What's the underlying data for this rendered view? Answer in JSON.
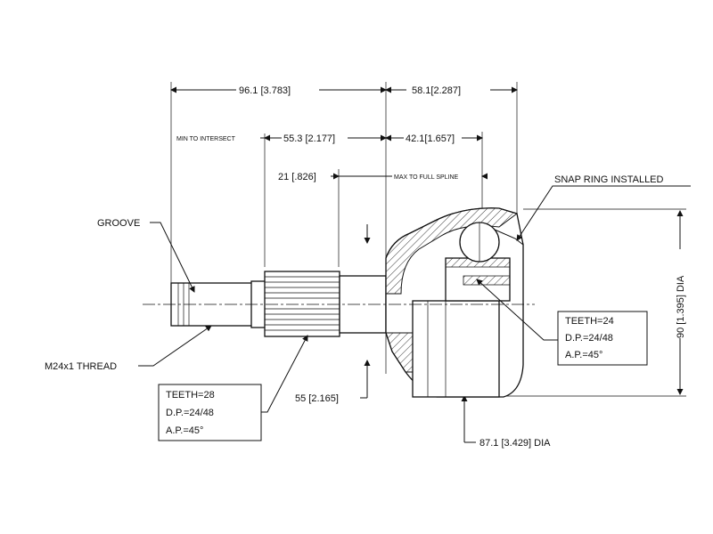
{
  "dimensions": {
    "overall_shaft": "96.1 [3.783]",
    "bell_length": "58.1[2.287]",
    "min_to_intersect_label": "MIN TO INTERSECT",
    "min_to_intersect": "55.3 [2.177]",
    "bell_inner": "42.1[1.657]",
    "spline_length": "21 [.826]",
    "max_to_full_spline": "MAX TO FULL SPLINE",
    "flange_dim": "55 [2.165]",
    "bell_dia": "87.1 [3.429] DIA",
    "overall_dia": "90 [1.395] DIA"
  },
  "callouts": {
    "groove": "GROOVE",
    "thread": "M24x1 THREAD",
    "snap_ring": "SNAP RING INSTALLED"
  },
  "spec_boxes": {
    "outer_spline": {
      "teeth": "TEETH=28",
      "dp": "D.P.=24/48",
      "ap": "A.P.=45°"
    },
    "inner_spline": {
      "teeth": "TEETH=24",
      "dp": "D.P.=24/48",
      "ap": "A.P.=45°"
    }
  }
}
